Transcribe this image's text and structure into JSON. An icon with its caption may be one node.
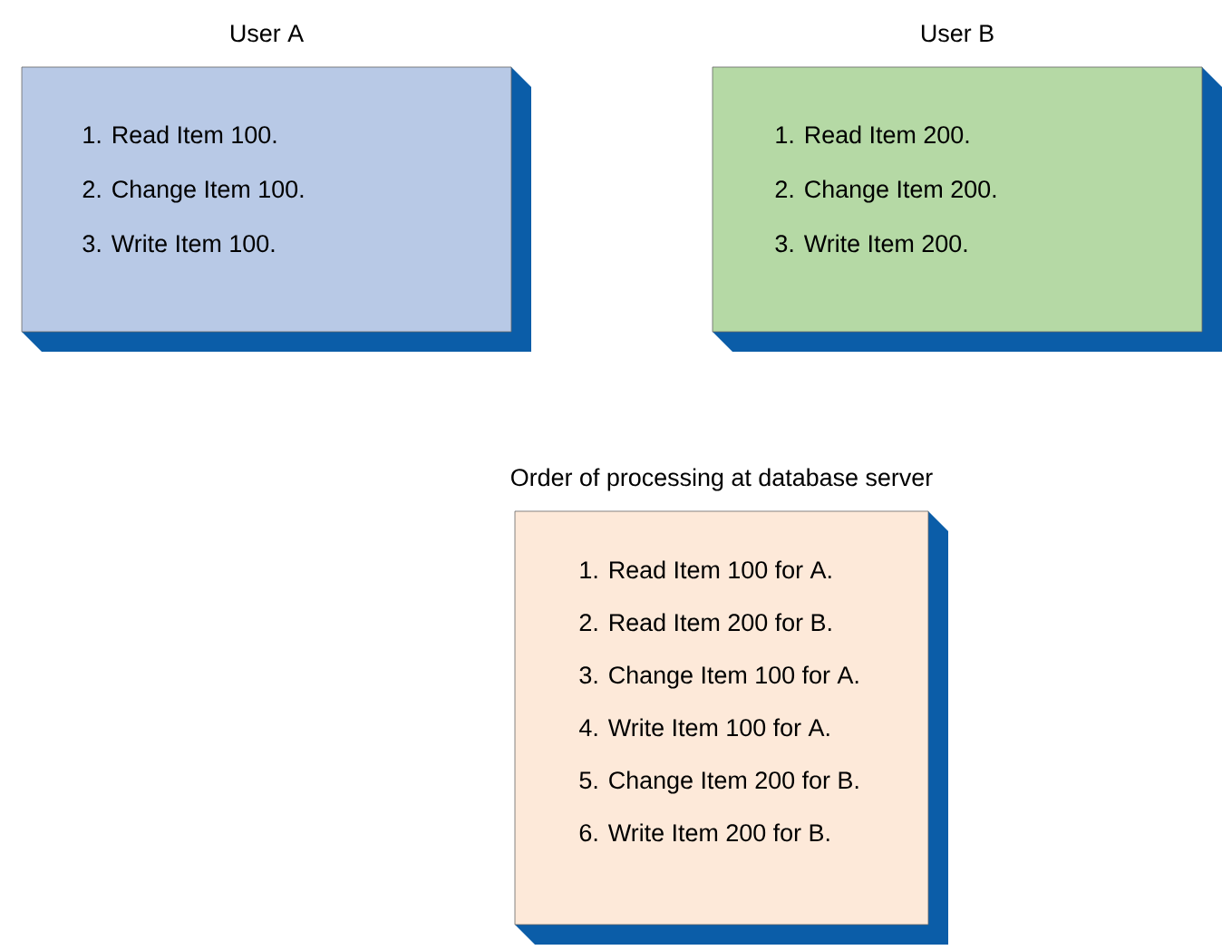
{
  "diagram": {
    "nodes": [
      {
        "text": [
          "User A",
          "1. Read Item 100.",
          "2. Change Item 100.",
          "3. Write Item 100."
        ]
      },
      {
        "text": [
          "User B",
          "1. Read Item 200.",
          "2. Change Item 200.",
          "3. Write Item 200."
        ]
      },
      {
        "text": [
          "Order of processing at database server",
          "1. Read Item 100 for A.",
          "2. Read Item 200 for B.",
          "3. Change Item 100 for A.",
          "4. Write Item 100 for A.",
          "5. Change Item 200 for B.",
          "6. Write Item 200 for B."
        ]
      }
    ]
  }
}
